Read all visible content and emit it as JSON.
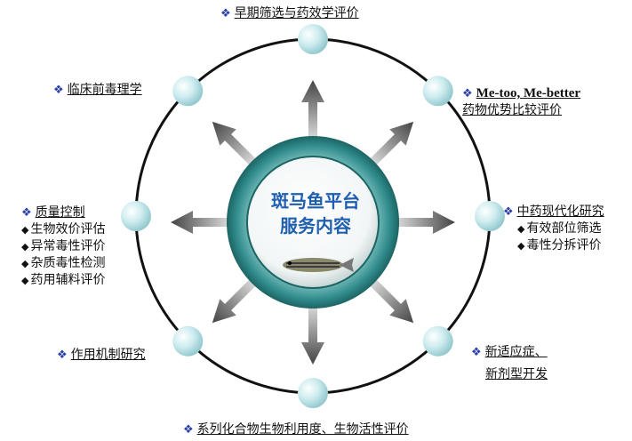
{
  "center": {
    "line1": "斑马鱼平台",
    "line2": "服务内容"
  },
  "colors": {
    "ring": "#2f8a8a",
    "node": "#bfe6ea",
    "arrow": "#555555",
    "center_text": "#1f5fb0",
    "star": "#2a3fa8"
  },
  "labels": {
    "top": {
      "title": "早期筛选与药效学评价"
    },
    "top_left": {
      "title": "临床前毒理学"
    },
    "top_right": {
      "title_en": "Me-too, Me-better",
      "title2": "药物优势比较评价"
    },
    "left": {
      "title": "质量控制",
      "items": [
        "生物效价评估",
        "异常毒性评价",
        "杂质毒性检测",
        "药用辅料评价"
      ]
    },
    "right": {
      "title": "中药现代化研究",
      "items": [
        "有效部位筛选",
        "毒性分拆评价"
      ]
    },
    "bottom_left": {
      "title": "作用机制研究"
    },
    "bottom_right": {
      "title": "新适应症、",
      "title2": "新剂型开发"
    },
    "bottom": {
      "title": "系列化合物生物利用度、生物活性评价"
    }
  }
}
